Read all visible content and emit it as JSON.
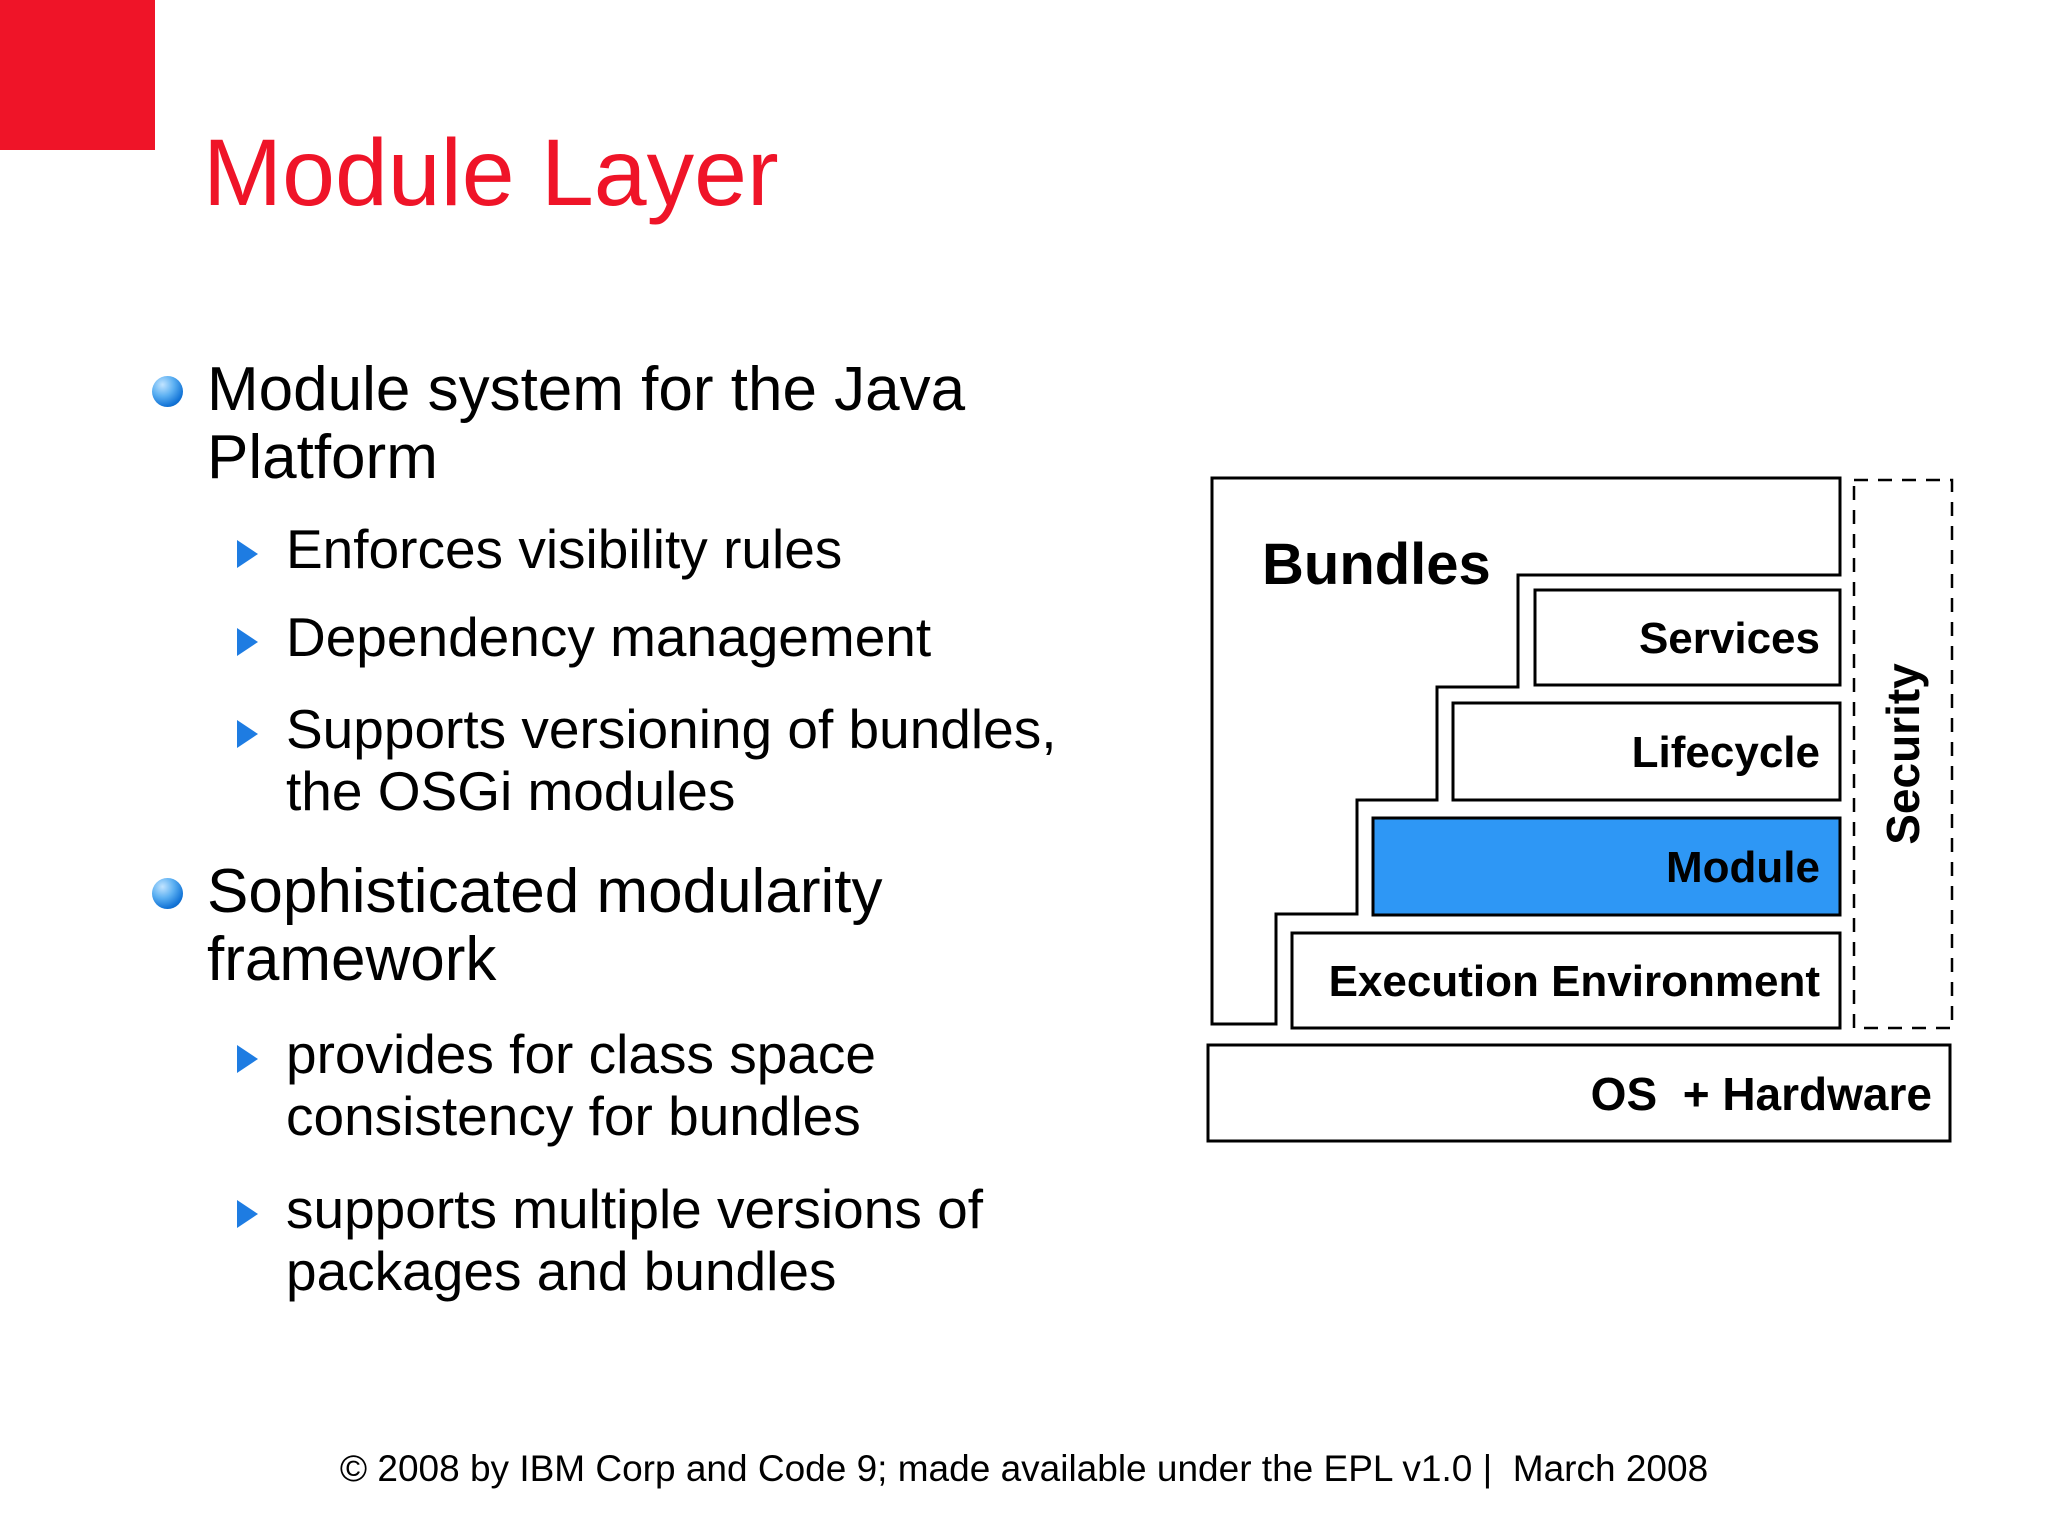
{
  "slide": {
    "title": "Module Layer",
    "footer": "© 2008 by IBM Corp and Code 9; made available under the EPL v1.0 |  March 2008"
  },
  "bullets": [
    {
      "level": 1,
      "marker": "sphere",
      "lines": [
        "Module system for the Java",
        "Platform"
      ]
    },
    {
      "level": 2,
      "marker": "triangle",
      "lines": [
        "Enforces visibility rules"
      ]
    },
    {
      "level": 2,
      "marker": "triangle",
      "lines": [
        "Dependency management"
      ]
    },
    {
      "level": 2,
      "marker": "triangle",
      "lines": [
        "Supports versioning of bundles,",
        "the OSGi modules"
      ]
    },
    {
      "level": 1,
      "marker": "sphere",
      "lines": [
        "Sophisticated modularity",
        "framework"
      ]
    },
    {
      "level": 2,
      "marker": "triangle",
      "lines": [
        "provides for class space",
        "consistency for bundles"
      ]
    },
    {
      "level": 2,
      "marker": "triangle",
      "lines": [
        "supports multiple versions of",
        "packages and bundles"
      ]
    }
  ],
  "diagram": {
    "bundles_label": "Bundles",
    "layers": [
      {
        "label": "Services",
        "fill": "#ffffff"
      },
      {
        "label": "Lifecycle",
        "fill": "#ffffff"
      },
      {
        "label": "Module",
        "fill": "#2E97F5",
        "highlighted": true
      },
      {
        "label": "Execution Environment",
        "fill": "#ffffff"
      }
    ],
    "security_label": "Security",
    "os_label": "OS  + Hardware"
  },
  "colors": {
    "title_red": "#EF1428",
    "module_blue": "#2E97F5",
    "bullet_blue": "#1E7CE2",
    "text_black": "#000000"
  }
}
